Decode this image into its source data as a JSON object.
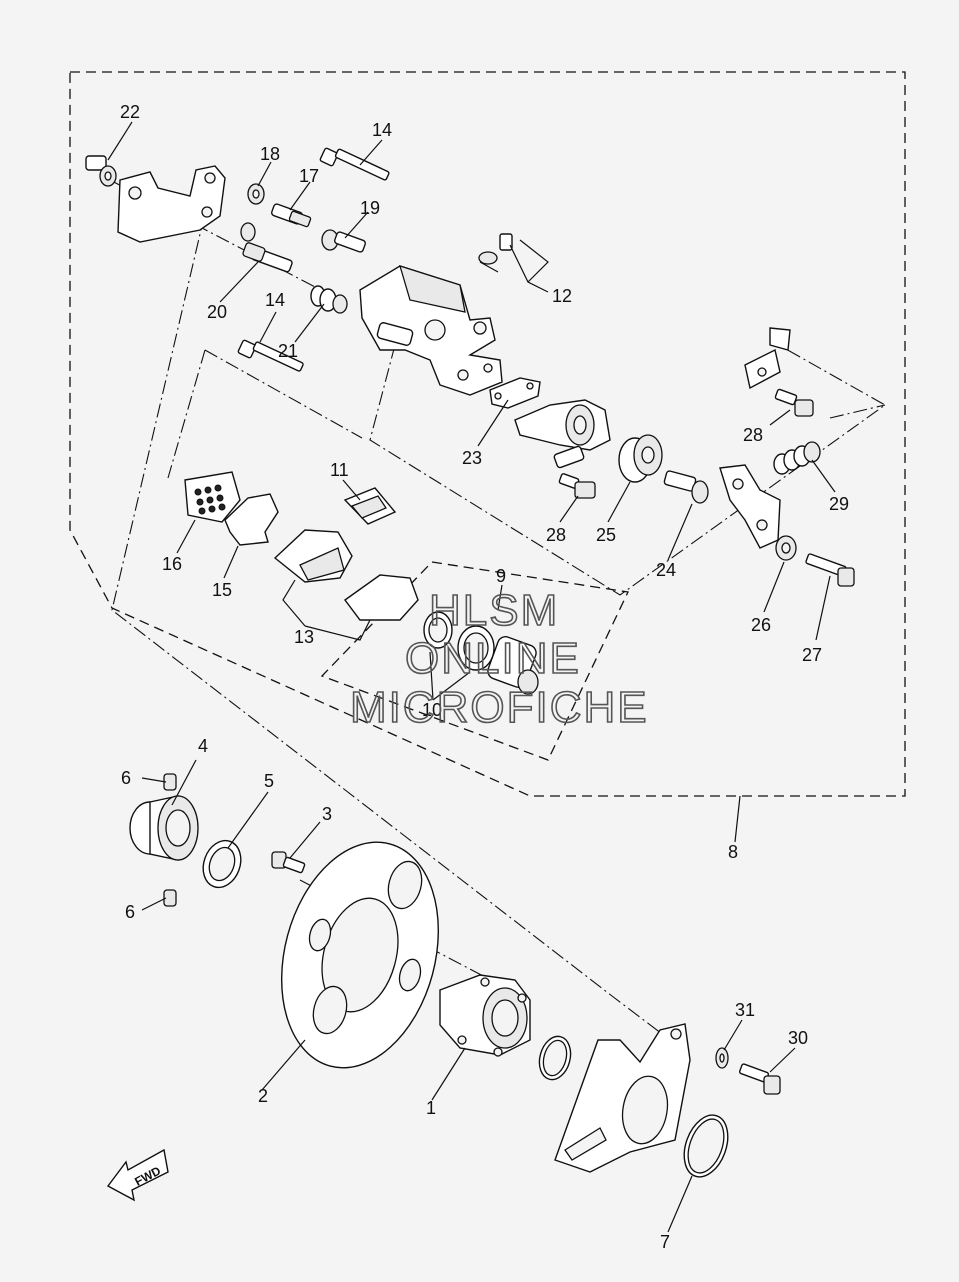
{
  "diagram": {
    "parts": [
      {
        "num": "1"
      },
      {
        "num": "2"
      },
      {
        "num": "3"
      },
      {
        "num": "4"
      },
      {
        "num": "5"
      },
      {
        "num": "6"
      },
      {
        "num": "6"
      },
      {
        "num": "7"
      },
      {
        "num": "8"
      },
      {
        "num": "9"
      },
      {
        "num": "10"
      },
      {
        "num": "11"
      },
      {
        "num": "12"
      },
      {
        "num": "13"
      },
      {
        "num": "14"
      },
      {
        "num": "14"
      },
      {
        "num": "15"
      },
      {
        "num": "16"
      },
      {
        "num": "17"
      },
      {
        "num": "18"
      },
      {
        "num": "19"
      },
      {
        "num": "20"
      },
      {
        "num": "21"
      },
      {
        "num": "22"
      },
      {
        "num": "23"
      },
      {
        "num": "24"
      },
      {
        "num": "25"
      },
      {
        "num": "26"
      },
      {
        "num": "27"
      },
      {
        "num": "28"
      },
      {
        "num": "28"
      },
      {
        "num": "29"
      },
      {
        "num": "30"
      },
      {
        "num": "31"
      }
    ],
    "watermark": [
      "HLSM",
      "ONLINE",
      "MICROFICHE"
    ],
    "fwd_label": "FWD"
  }
}
